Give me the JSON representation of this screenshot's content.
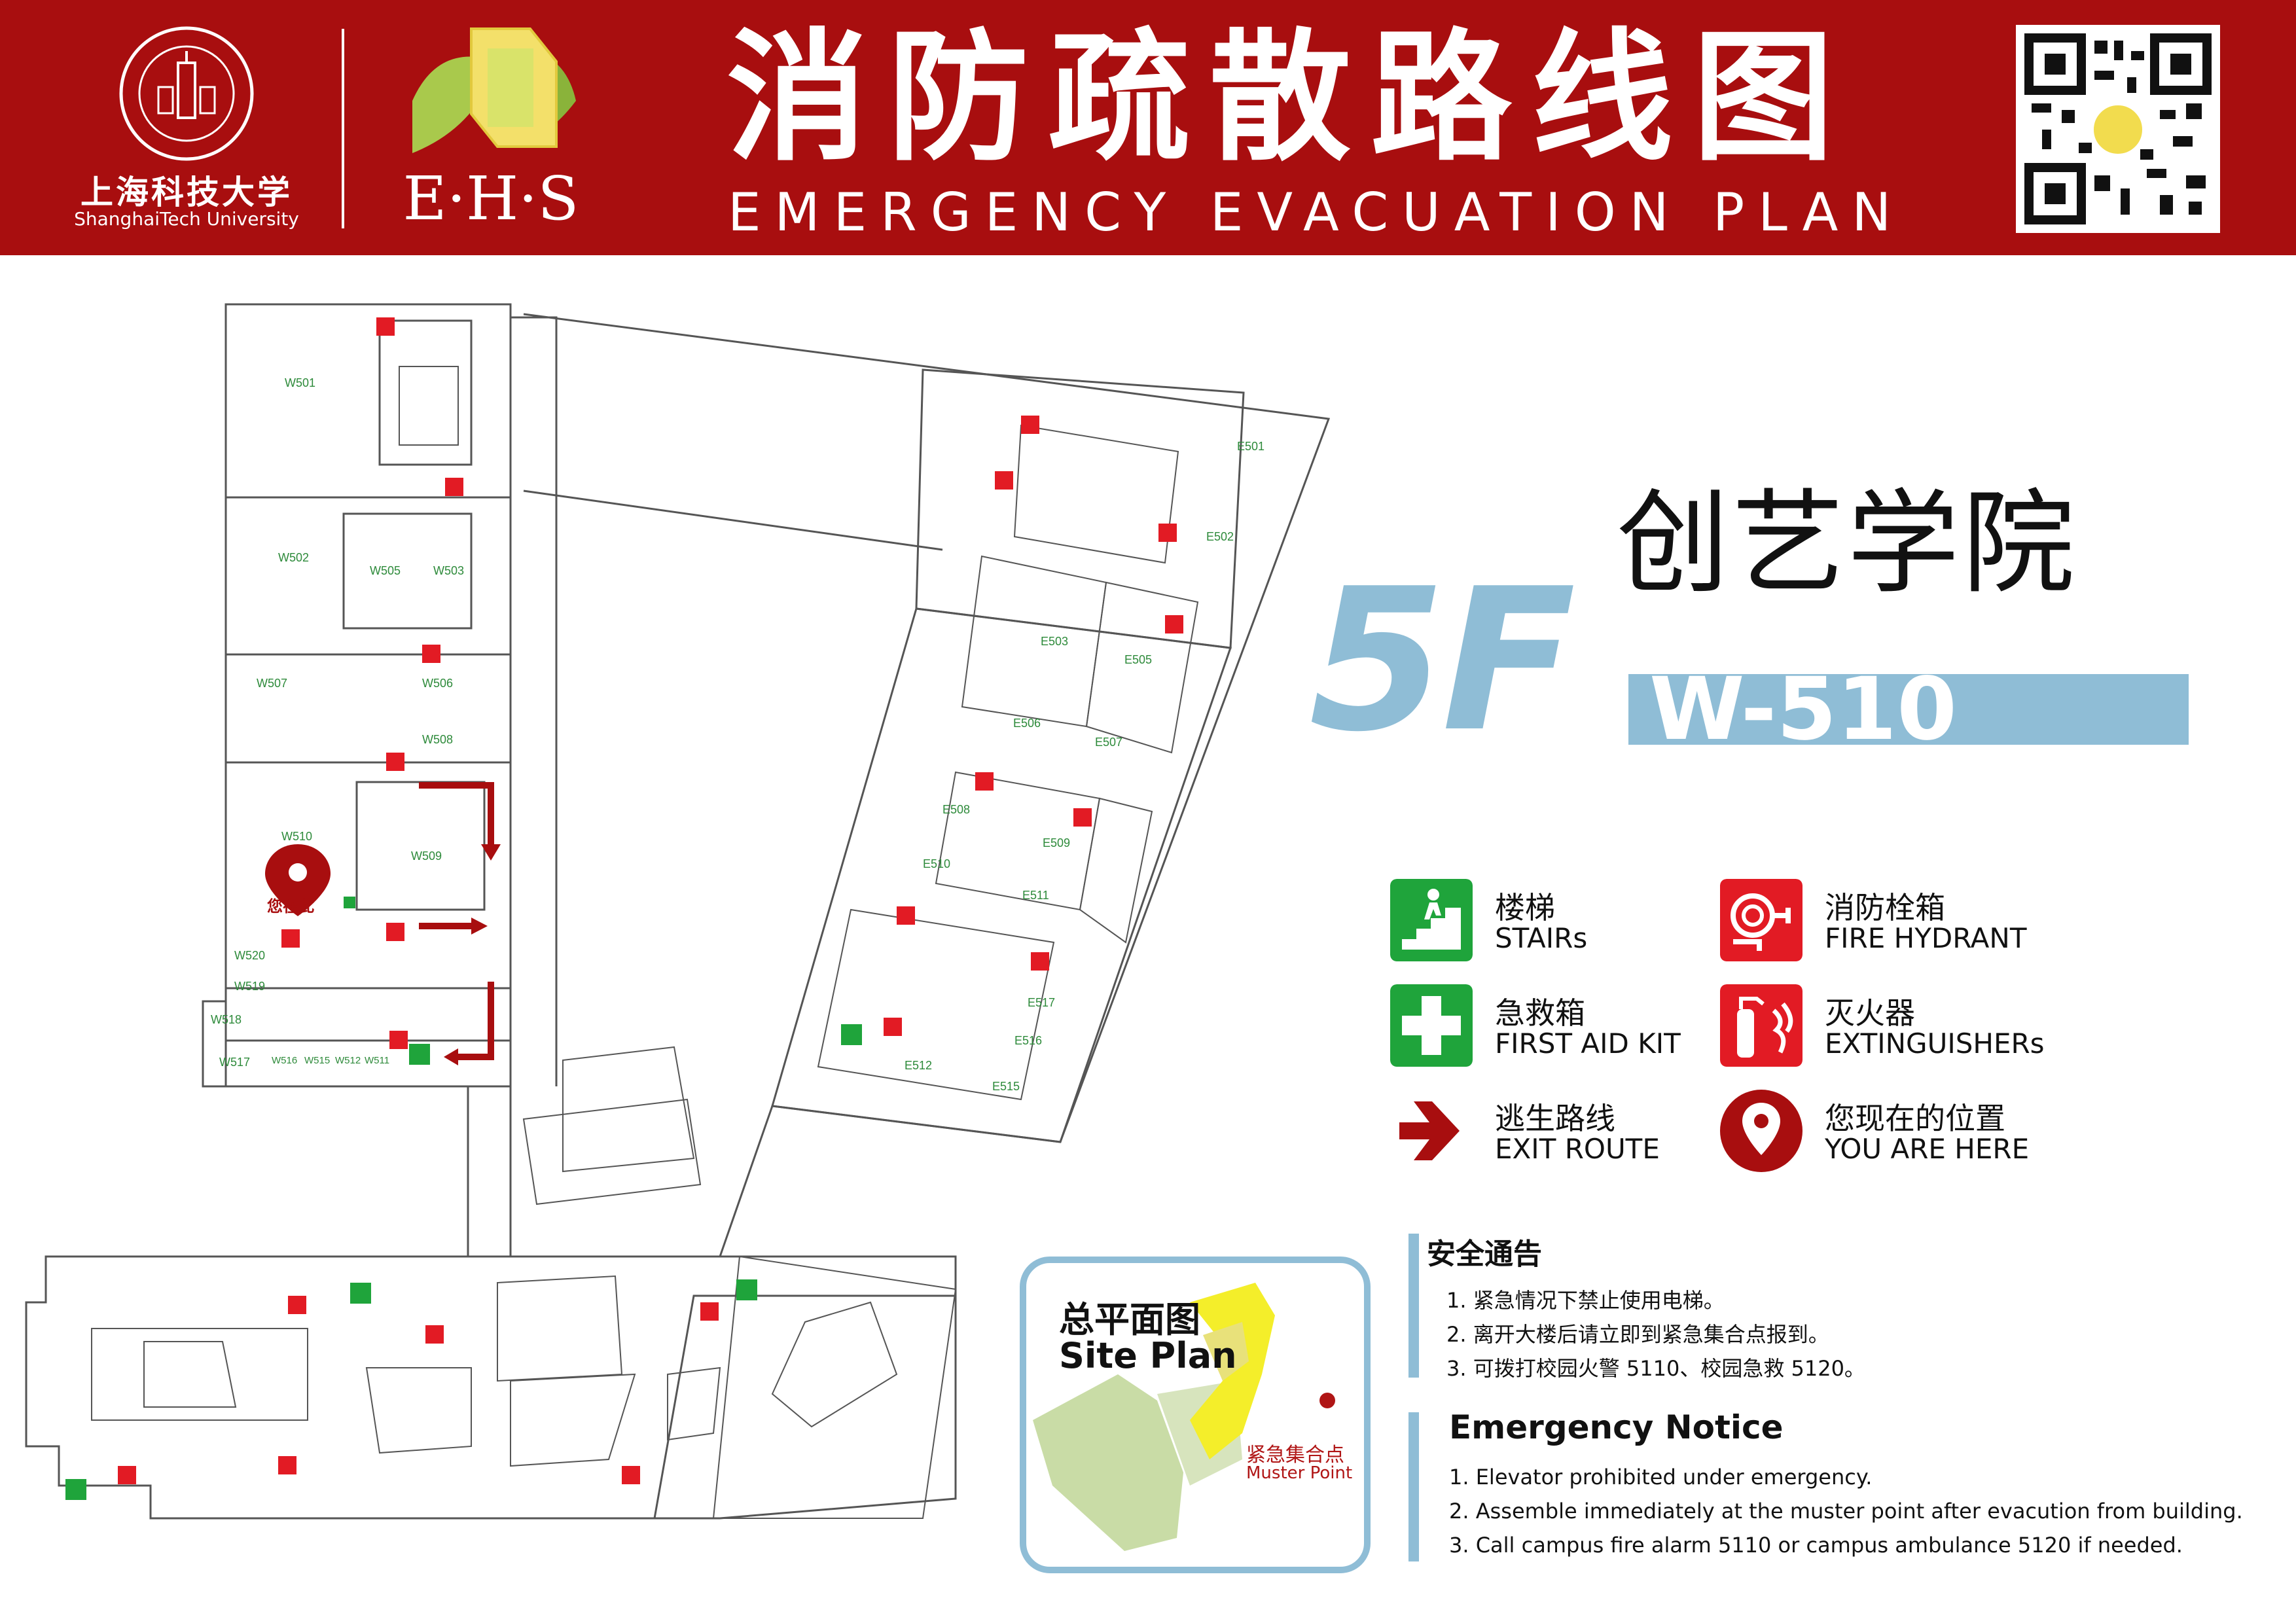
{
  "header": {
    "university_cn": "上海科技大学",
    "university_en": "ShanghaiTech University",
    "logo_text": "E·H·S",
    "title_cn": "消防疏散路线图",
    "title_en": "EMERGENCY EVACUATION PLAN",
    "icons": [
      "university-seal-icon",
      "ehs-leaf-logo-icon",
      "qr-code-icon"
    ]
  },
  "location": {
    "school": "创艺学院",
    "floor": "5F",
    "room": "W-510",
    "you_are_here": "您在此"
  },
  "legend": [
    {
      "cn": "楼梯",
      "en": "STAIRs",
      "icon": "stairs-icon",
      "color": "#1fa43b"
    },
    {
      "cn": "消防栓箱",
      "en": "FIRE HYDRANT",
      "icon": "fire-hydrant-icon",
      "color": "#e21b24"
    },
    {
      "cn": "急救箱",
      "en": "FIRST AID KIT",
      "icon": "first-aid-icon",
      "color": "#1fa43b"
    },
    {
      "cn": "灭火器",
      "en": "EXTINGUISHERs",
      "icon": "extinguisher-icon",
      "color": "#e21b24"
    },
    {
      "cn": "逃生路线",
      "en": "EXIT ROUTE",
      "icon": "exit-route-arrow-icon",
      "color": "#a80e0f"
    },
    {
      "cn": "您现在的位置",
      "en": "YOU ARE HERE",
      "icon": "location-pin-icon",
      "color": "#a80e0f"
    }
  ],
  "notice_cn": {
    "title": "安全通告",
    "lines": [
      "1.  紧急情况下禁止使用电梯。",
      "2.  离开大楼后请立即到紧急集合点报到。",
      "3.  可拨打校园火警 5110、校园急救 5120。"
    ]
  },
  "notice_en": {
    "title": "Emergency Notice",
    "lines": [
      "1.  Elevator prohibited under emergency.",
      "2. Assemble immediately at the muster point after evacution from building.",
      "3. Call campus fire alarm 5110 or campus ambulance 5120 if needed."
    ]
  },
  "site_plan": {
    "title_cn": "总平面图",
    "title_en": "Site Plan",
    "muster_cn": "紧急集合点",
    "muster_en": "Muster Point"
  },
  "rooms_west": [
    "W501",
    "W502",
    "W505",
    "W503",
    "W507",
    "W506",
    "W508",
    "W510",
    "W509",
    "W520",
    "W519",
    "W518",
    "W517",
    "W516",
    "W515",
    "W512",
    "W511"
  ],
  "rooms_east": [
    "E501",
    "E502",
    "E503",
    "E505",
    "E506",
    "E507",
    "E508",
    "E509",
    "E510",
    "E511",
    "E517",
    "E516",
    "E512",
    "E515"
  ],
  "colors": {
    "header_red": "#a80e0f",
    "accent_blue": "#8fbdd6",
    "room_label_green": "#2d8a3a",
    "hydrant_red": "#e21b24",
    "stairs_green": "#1fa43b"
  }
}
